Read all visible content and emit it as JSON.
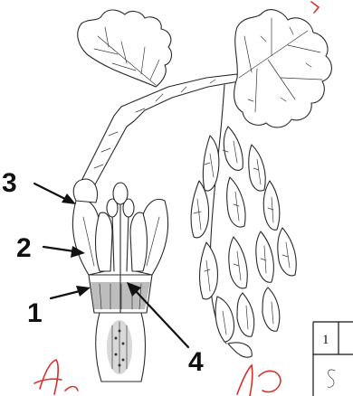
{
  "figure": {
    "labels": [
      {
        "id": "1",
        "text": "1"
      },
      {
        "id": "2",
        "text": "2"
      },
      {
        "id": "3",
        "text": "3"
      },
      {
        "id": "4",
        "text": "4"
      }
    ],
    "table_fragment": {
      "cell_text": "1"
    }
  }
}
